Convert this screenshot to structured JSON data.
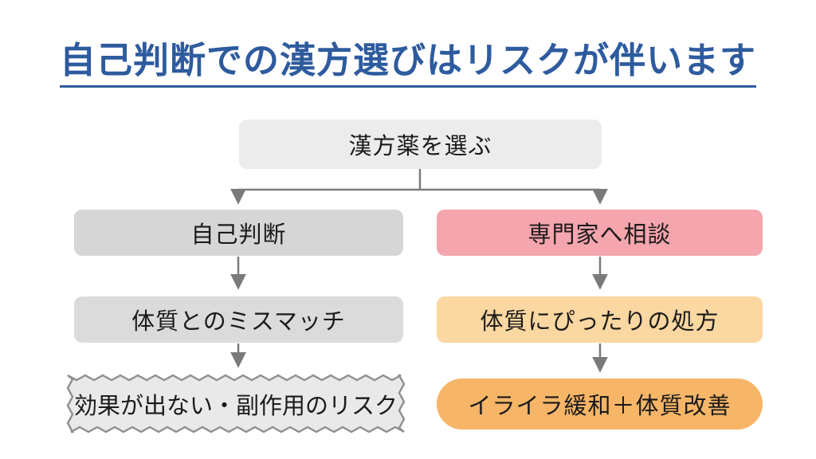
{
  "slide": {
    "title": "自己判断での漢方選びはリスクが伴います",
    "title_color": "#2e5b9e",
    "background": "#ffffff",
    "text_color": "#1b1b1b",
    "arrow_color": "#7a7a7a"
  },
  "flowchart": {
    "root": {
      "label": "漢方薬を選ぶ",
      "bg": "#ececec"
    },
    "left": [
      {
        "label": "自己判断",
        "bg": "#d6d6d6"
      },
      {
        "label": "体質とのミスマッチ",
        "bg": "#dbdbdb"
      },
      {
        "label": "効果が出ない・副作用のリスク",
        "bg": "#e9e9e9",
        "border": "#8f8f8f",
        "shape": "zigzag"
      }
    ],
    "right": [
      {
        "label": "専門家へ相談",
        "bg": "#f4a5ad"
      },
      {
        "label": "体質にぴったりの処方",
        "bg": "#fbd7a1"
      },
      {
        "label": "イライラ緩和＋体質改善",
        "bg": "#f6b567",
        "shape": "pill"
      }
    ]
  }
}
